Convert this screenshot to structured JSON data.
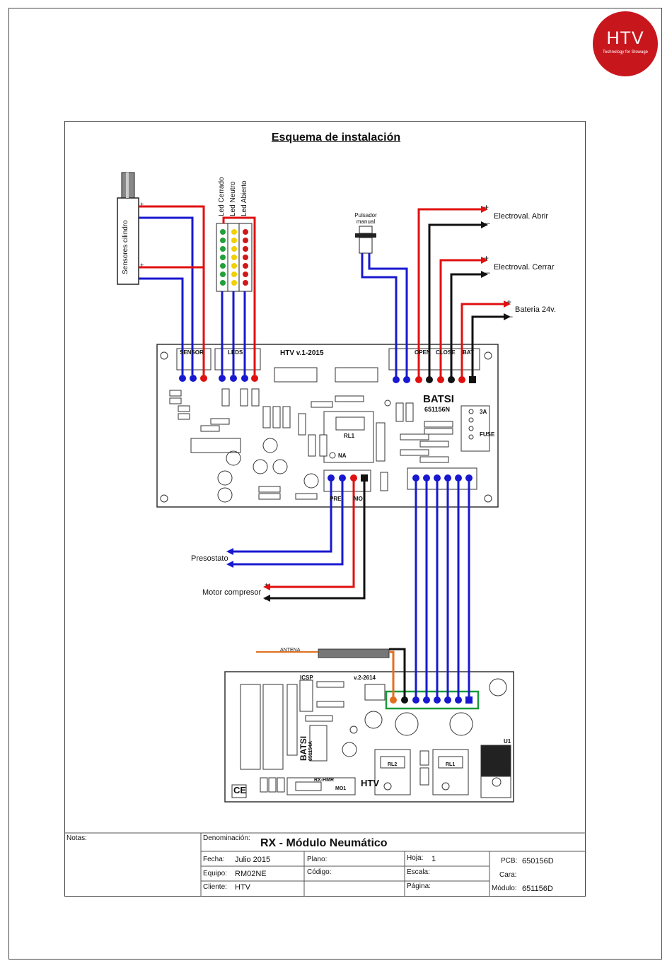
{
  "logo": {
    "name": "HTV",
    "tagline": "Technology for Stowage"
  },
  "title": "Esquema de instalación",
  "labels": {
    "sensores": "Sensores cilindro",
    "led_cerrado": "Led Cerrado",
    "led_neutro": "Led Neutro",
    "led_abierto": "Led Abierto",
    "pulsador": "Pulsador manual",
    "electroval_abrir": "Electroval. Abrir",
    "electroval_cerrar": "Electroval. Cerrar",
    "bateria": "Bateria 24v.",
    "presostato": "Presostato",
    "motor": "Motor compresor",
    "antena": "ANTENA",
    "plus": "+",
    "minus": "_",
    "minus2": "–"
  },
  "board_top": {
    "model": "HTV v.1-2015",
    "brand": "BATSI",
    "code": "651156N",
    "sensor": "SENSOR",
    "leds": "LEDS",
    "open": "OPEN",
    "close": "CLOSE",
    "bat": "BAT",
    "fuse": "FUSE",
    "fuse_rating": "3A",
    "pre": "PRE",
    "mo": "MO",
    "rl1": "RL1",
    "na": "NA"
  },
  "board_bottom": {
    "model": "v.2-2614",
    "brand": "BATSI",
    "code": "651154A",
    "rx": "RX-HMR",
    "mo": "MO1",
    "rl1": "RL1",
    "rl2": "RL2",
    "ce": "CE",
    "htv": "HTV",
    "icsp": "ICSP",
    "u1": "U1"
  },
  "title_block": {
    "notas_label": "Notas:",
    "denominacion_label": "Denominación:",
    "denominacion": "RX - Módulo Neumático",
    "fecha_label": "Fecha:",
    "fecha": "Julio 2015",
    "plano_label": "Plano:",
    "plano": "",
    "hoja_label": "Hoja:",
    "hoja": "1",
    "pcb_label": "PCB:",
    "pcb": "650156D",
    "equipo_label": "Equipo:",
    "equipo": "RM02NE",
    "codigo_label": "Código:",
    "escala_label": "Escala:",
    "cara_label": "Cara:",
    "cliente_label": "Cliente:",
    "cliente": "HTV",
    "pagina_label": "Página:",
    "modulo_label": "Módulo:",
    "modulo": "651156D"
  },
  "colors": {
    "red_wire": "#e01010",
    "blue_wire": "#1818d0",
    "black_wire": "#111111",
    "orange_wire": "#e07020",
    "green_box": "#1a9a3a",
    "led_green": "#22a03a",
    "led_yellow": "#f0d000",
    "led_red": "#d01818",
    "logo": "#c8161d"
  }
}
